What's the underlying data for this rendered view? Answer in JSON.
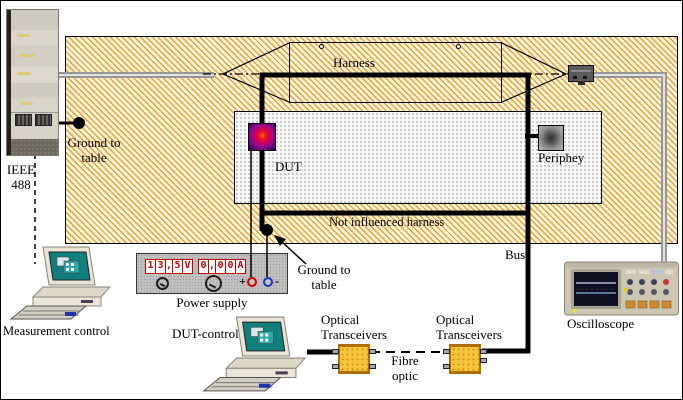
{
  "chamber": {
    "harness_label": "Harness",
    "not_influenced_label": "Not influenced harness",
    "dut_label": "DUT",
    "periphery_label": "Periphey",
    "bus_label": "Bus",
    "ground_left": {
      "line1": "Ground to",
      "line2": "table"
    },
    "ground_right": {
      "line1": "Ground to",
      "line2": "table"
    }
  },
  "rack": {
    "ieee_line1": "IEEE",
    "ieee_line2": "488"
  },
  "power_supply": {
    "label": "Power supply",
    "voltage_display": [
      "1",
      "3",
      ",",
      "5",
      "V"
    ],
    "current_display": [
      "0",
      ",",
      "0",
      "0",
      "A"
    ],
    "plus": "+",
    "minus": "-"
  },
  "computers": {
    "measurement_label": "Measurement control",
    "dut_control_label": "DUT-control"
  },
  "optical": {
    "left_line1": "Optical",
    "left_line2": "Transceivers",
    "right_line1": "Optical",
    "right_line2": "Transceivers",
    "fibre_line1": "Fibre",
    "fibre_line2": "optic"
  },
  "oscilloscope": {
    "label": "Oscilloscope"
  },
  "colors": {
    "hatch_stripe": "#eca22e",
    "bus_line": "#000000",
    "cable_gray": "#999999",
    "transceiver_yellow": "#f6c53e",
    "display_red": "#c40000",
    "terminal_plus": "#d40000",
    "terminal_minus": "#1733cc",
    "dut_thermal_core": "#ff7300",
    "dut_thermal_edge": "#1e0640"
  }
}
